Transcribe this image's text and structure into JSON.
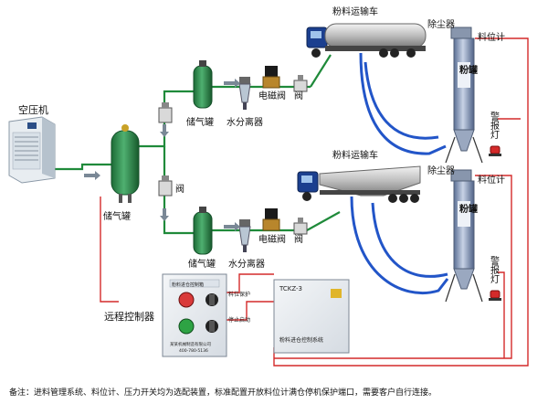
{
  "labels": {
    "compressor": "空压机",
    "main_tank": "储气罐",
    "small_tank_1": "储气罐",
    "small_tank_2": "储气罐",
    "separator_1": "水分离器",
    "separator_2": "水分离器",
    "solenoid_1": "电磁阀",
    "solenoid_2": "电磁阀",
    "valve_top": "阀",
    "valve_bottom": "阀",
    "valve_mid": "阀",
    "truck_1": "粉料运输车",
    "truck_2": "粉料运输车",
    "dust_collector_1": "除尘器",
    "dust_collector_2": "除尘器",
    "level_meter_1": "料位计",
    "level_meter_2": "料位计",
    "silo_text_1": "粉罐",
    "silo_text_2": "粉罐",
    "alarm_1": "警报灯",
    "alarm_2": "警报灯",
    "remote_controller": "远程控制器",
    "footnote": "备注：进料管理系统、料位计、压力开关均为选配装置，标准配置开放料位计满仓停机保护端口，需要客户自行连接。"
  },
  "remote_panel": {
    "title": "粉料进仓控制箱",
    "tag_1": "料位保护",
    "tag_2": "停止启动",
    "company": "某某机械制造有限公司",
    "phone": "400-780-5136"
  },
  "control_box": {
    "title": "TCKZ-3",
    "brand": "粉料进仓控制系统"
  },
  "colors": {
    "pipe_green": "#1f8a3a",
    "hose_blue": "#2255c8",
    "signal_red": "#d42a2a",
    "tank_green": "#2e8a4c",
    "silo_blue": "#7d93b8"
  }
}
